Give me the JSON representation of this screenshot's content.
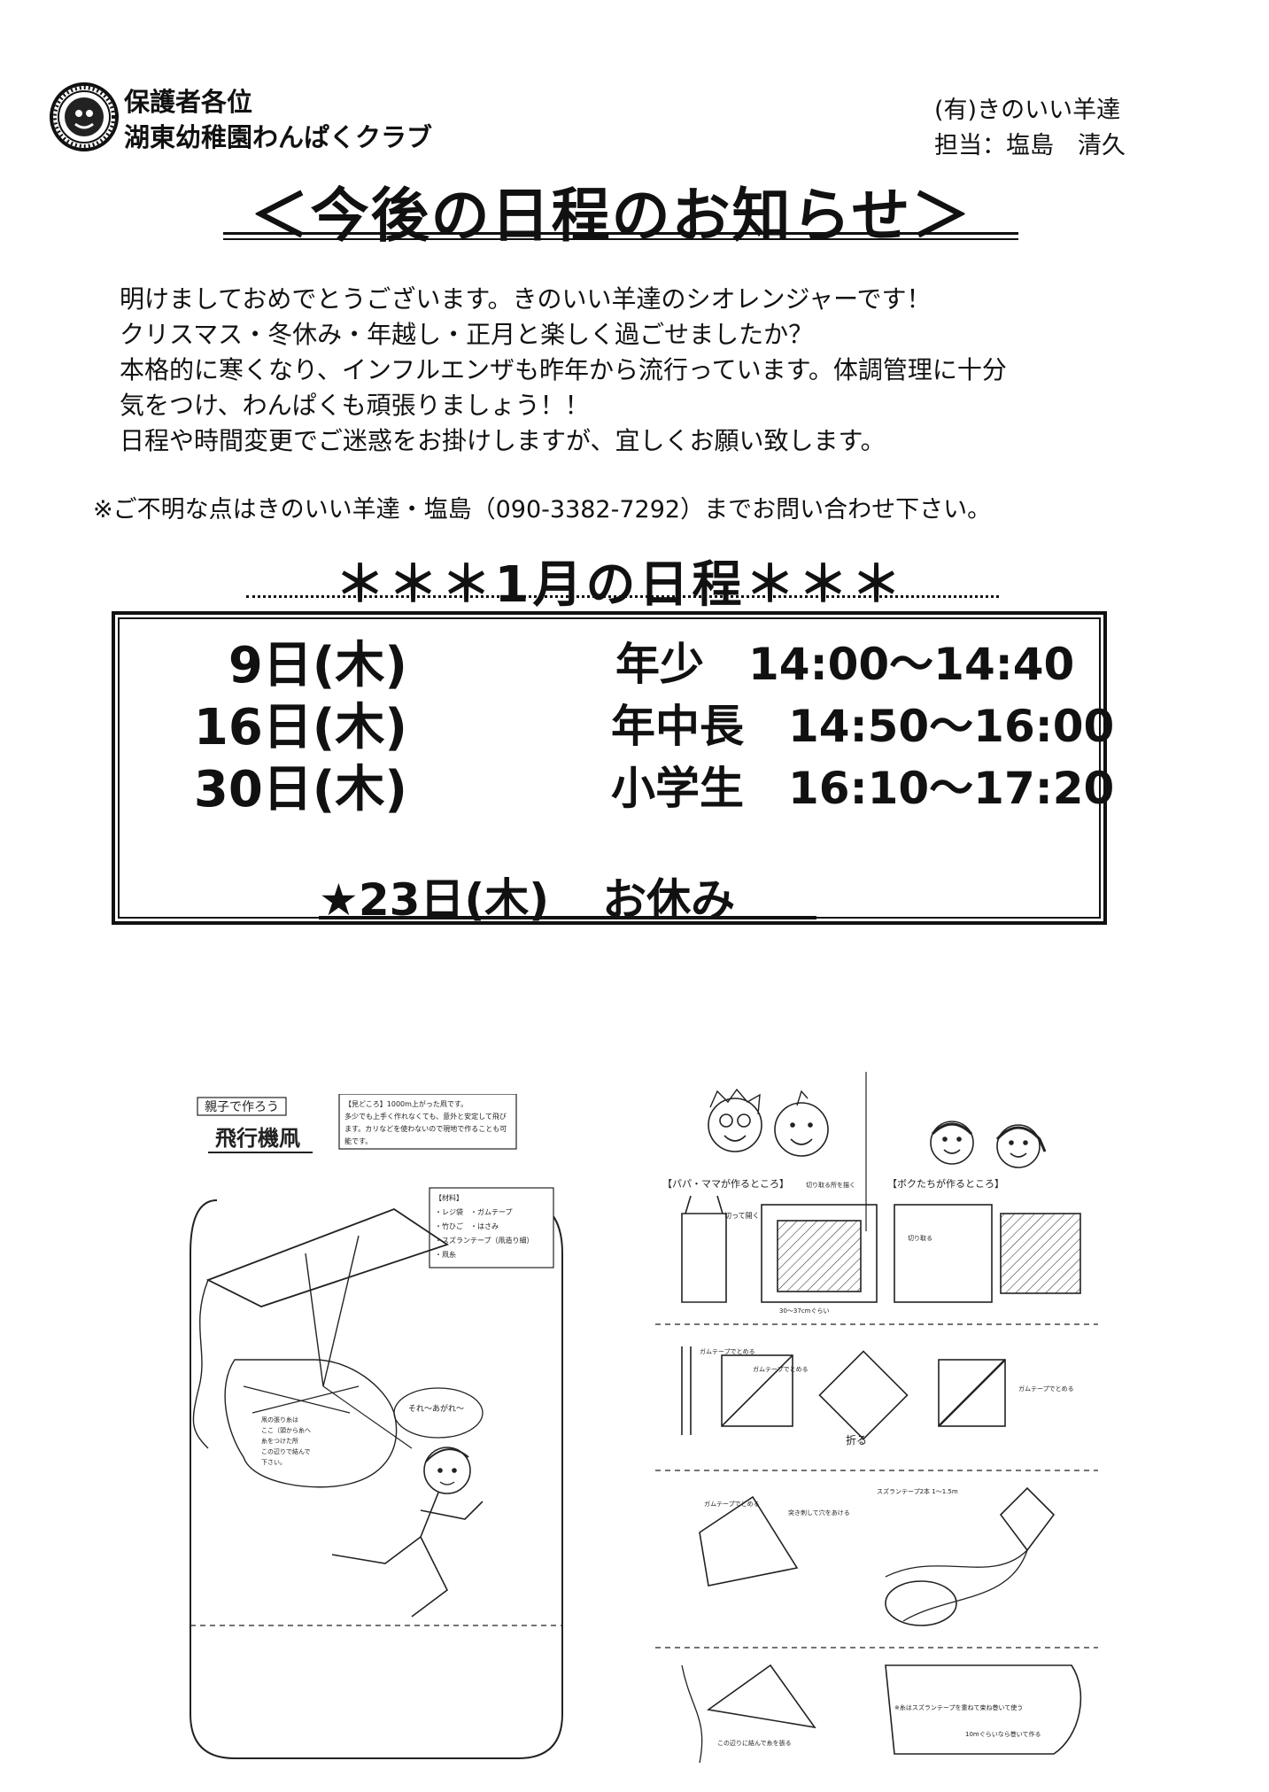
{
  "header": {
    "recipient_line1": "保護者各位",
    "recipient_line2": "湖東幼稚園わんぱくクラブ",
    "company": "(有)きのいい羊達",
    "contact": "担当：塩島　清久"
  },
  "title": "＜今後の日程のお知らせ＞",
  "intro_lines": [
    "明けましておめでとうございます。きのいい羊達のシオレンジャーです！",
    "クリスマス・冬休み・年越し・正月と楽しく過ごせましたか？",
    "本格的に寒くなり、インフルエンザも昨年から流行っています。体調管理に十分",
    "気をつけ、わんぱくも頑張りましょう！！",
    "日程や時間変更でご迷惑をお掛けしますが、宜しくお願い致します。"
  ],
  "notice": "※ご不明な点はきのいい羊達・塩島（090-3382-7292）までお問い合わせ下さい。",
  "month_title": "＊＊＊1月の日程＊＊＊",
  "schedule": [
    {
      "date": "9日(木)",
      "desc": "年少　14:00～14:40"
    },
    {
      "date": "16日(木)",
      "desc": "年中長　14:50～16:00"
    },
    {
      "date": "30日(木)",
      "desc": "小学生　16:10～17:20"
    }
  ],
  "holiday": {
    "date": "★23日(木)",
    "label": "お休み"
  },
  "illustration_left": {
    "tag": "親子で作ろう",
    "name": "飛行機凧",
    "note_lines": [
      "【見どころ】1000m上がった凧です。",
      "多少でも上手く作れなくても、意外と安定して飛び",
      "ます。カリなどを使わないので現地で作ることも可",
      "能です。"
    ],
    "materials_title": "【材料】",
    "materials": [
      "・レジ袋　・ガムテープ",
      "・竹ひご　・はさみ",
      "・スズランテープ（凧造り細）",
      "・凧糸"
    ],
    "speech": "それ～あがれ～",
    "caption_lines": [
      "凧の張り糸は",
      "ここ（頭から糸へ",
      "糸をつけた所",
      "この辺りで結んで",
      "下さい。"
    ]
  },
  "illustration_right": {
    "parents_label": "【パパ・ママが作るところ】",
    "kids_label": "【ボクたちが作るところ】",
    "cut_label1": "切って開く",
    "cut_label2": "切り取る所を描く",
    "cut_label3": "切り取る",
    "size_label": "30～37cmぐらい",
    "tape_label1": "ガムテープでとめる",
    "tape_label2": "ガムテープでとめる",
    "bamboo_label": "ガムテープでとめる",
    "fold_label": "折る",
    "pierce_label": "突き刺して穴をあける",
    "tail_label": "スズランテープ2本 1～1.5m",
    "tape_label3": "ガムテープでとめる",
    "tip_label": "この辺りに結んで糸を張る",
    "note_label": "※糸はスズランテープを重ねて束ね巻いて使う",
    "length_label": "10mぐらいなら巻いて作る"
  }
}
